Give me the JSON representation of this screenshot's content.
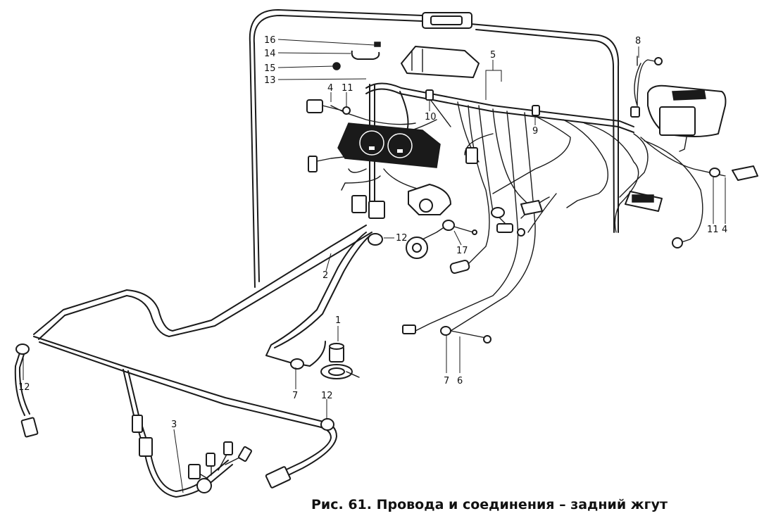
{
  "caption": "Рис. 61. Провода и соединения – задний жгут",
  "callouts": {
    "c1": "1",
    "c2": "2",
    "c3": "3",
    "c4a": "4",
    "c4b": "4",
    "c5": "5",
    "c6": "6",
    "c7a": "7",
    "c7b": "7",
    "c8": "8",
    "c9": "9",
    "c10": "10",
    "c11a": "11",
    "c11b": "11",
    "c12a": "12",
    "c12b": "12",
    "c12c": "12",
    "c13": "13",
    "c14": "14",
    "c15": "15",
    "c16": "16",
    "c17": "17"
  },
  "colors": {
    "ink": "#1a1a1a",
    "paper": "#ffffff"
  }
}
